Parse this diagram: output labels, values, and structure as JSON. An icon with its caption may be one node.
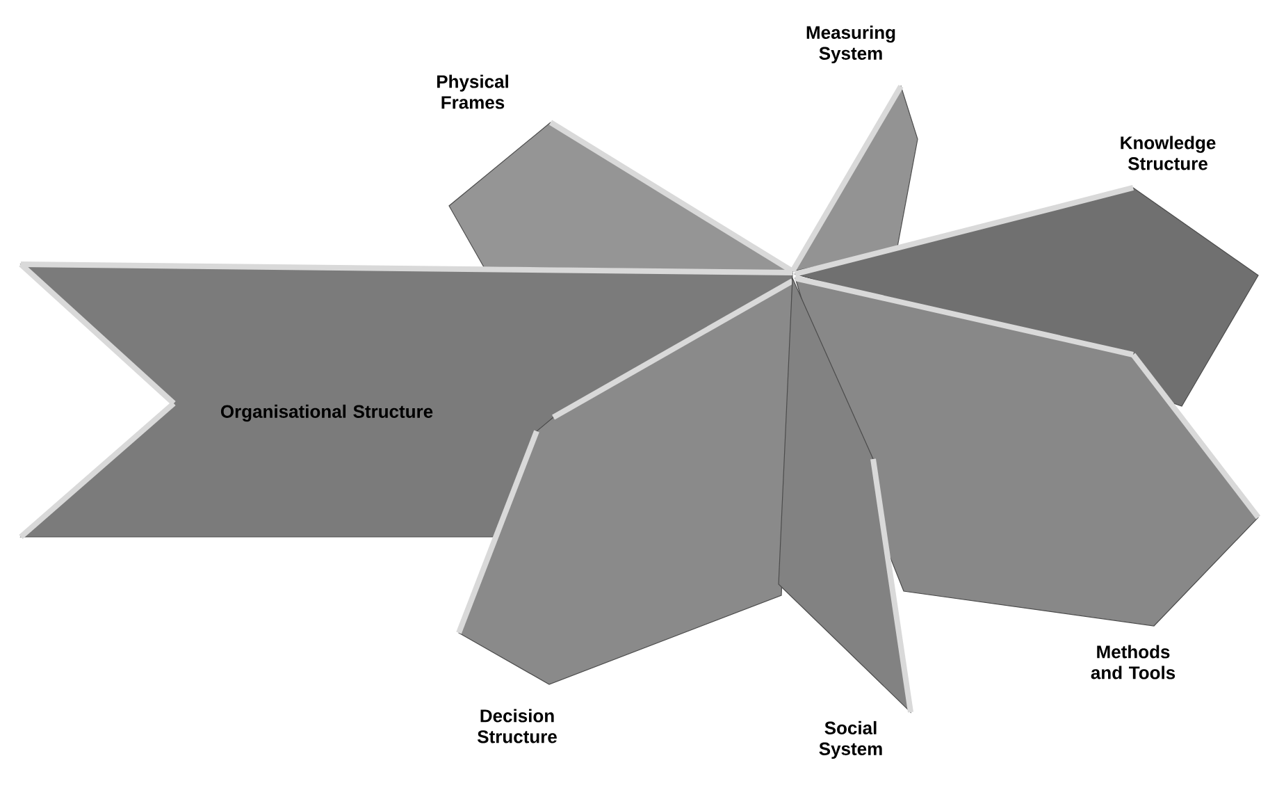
{
  "diagram": {
    "nodes": [
      {
        "text": [
          "Measuring System"
        ]
      },
      {
        "text": [
          "Physical Frames"
        ]
      },
      {
        "text": [
          "Knowledge Structure"
        ]
      },
      {
        "text": [
          "Organisational Structure"
        ]
      },
      {
        "text": [
          "Methods and Tools"
        ]
      },
      {
        "text": [
          "Decision Structure"
        ]
      },
      {
        "text": [
          "Social System"
        ]
      }
    ]
  }
}
